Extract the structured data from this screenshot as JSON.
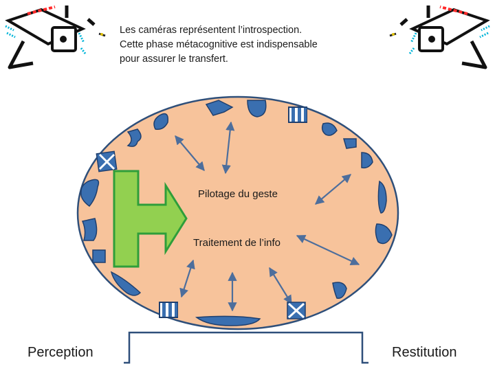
{
  "caption": {
    "lines": [
      "Les caméras représentent l’introspection.",
      "Cette phase métacognitive est indispensable",
      "pour assurer le  transfert."
    ]
  },
  "center_labels": {
    "top": "Pilotage du geste",
    "bottom": "Traitement de l’info"
  },
  "bottom_labels": {
    "left": "Perception",
    "right": "Restitution"
  },
  "colors": {
    "oval_fill": "#f7c39b",
    "oval_stroke": "#2e4f7a",
    "blob_fill": "#3a6fb0",
    "blob_stroke": "#1f3f6e",
    "arrow": "#4d6e9c",
    "big_arrow_fill": "#92d050",
    "big_arrow_stroke": "#2e9e3a",
    "camera_stroke": "#111111",
    "camera_accent": "#ff2a2a",
    "camera_cyan": "#00b4d8"
  }
}
